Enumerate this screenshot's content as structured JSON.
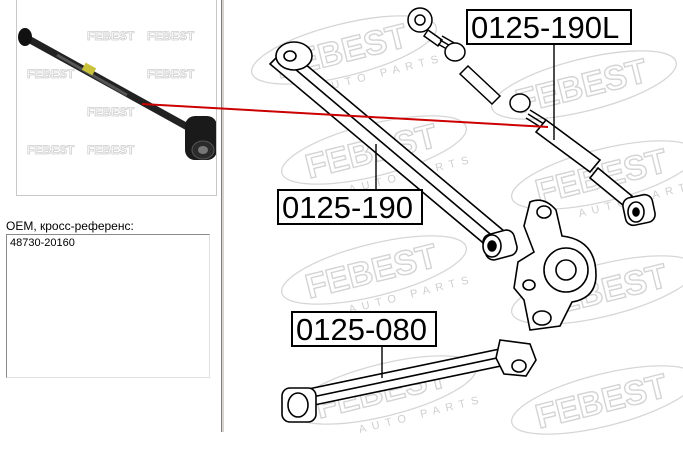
{
  "thumbnail": {
    "watermark": "FEBEST"
  },
  "oem": {
    "label": "OEM, кросс-референс:",
    "numbers": [
      "48730-20160"
    ]
  },
  "diagram": {
    "watermark": "FEBEST",
    "watermark_sub": "AUTO PARTS",
    "parts": [
      {
        "number": "0125-190L"
      },
      {
        "number": "0125-190"
      },
      {
        "number": "0125-080"
      }
    ],
    "pointer_color": "#cc0000"
  }
}
